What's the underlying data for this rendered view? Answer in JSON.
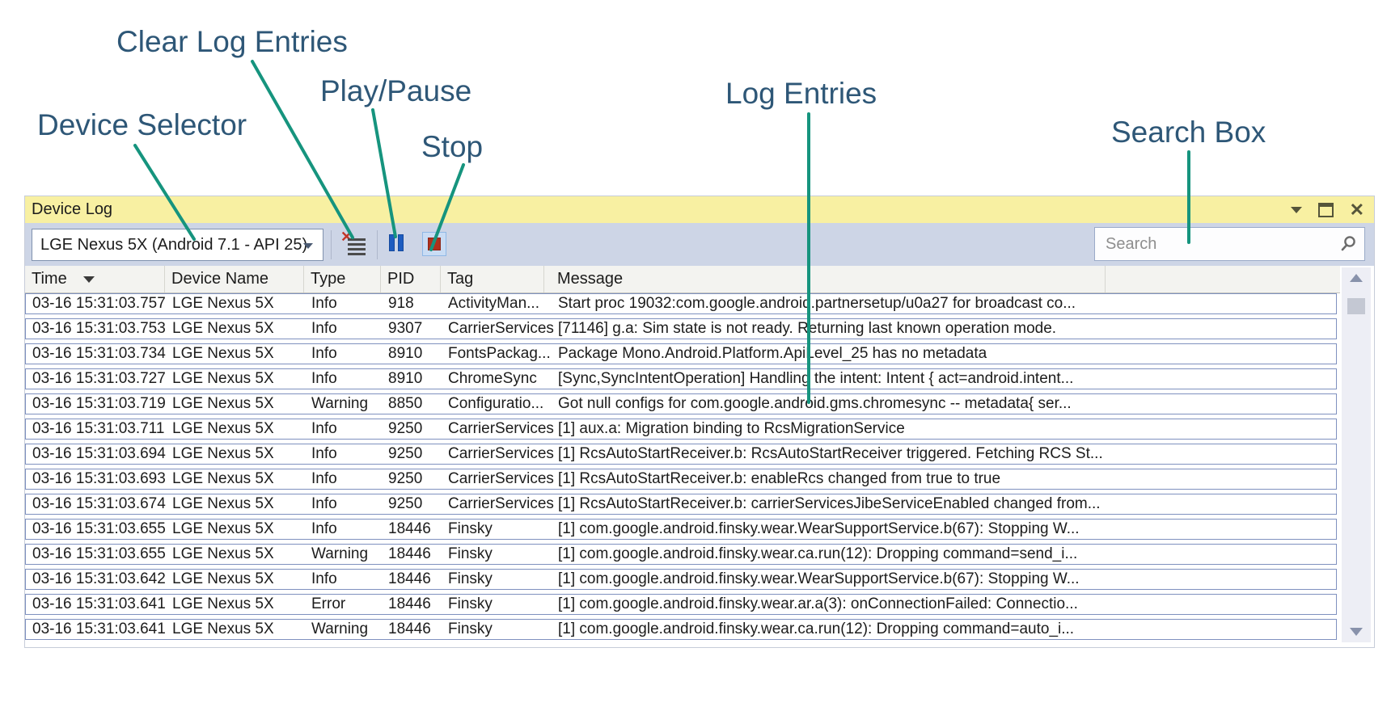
{
  "annotations": {
    "labels": [
      {
        "id": "clear_log",
        "text": "Clear Log Entries"
      },
      {
        "id": "play_pause",
        "text": "Play/Pause"
      },
      {
        "id": "device_selector",
        "text": "Device Selector"
      },
      {
        "id": "stop",
        "text": "Stop"
      },
      {
        "id": "log_entries",
        "text": "Log Entries"
      },
      {
        "id": "search_box",
        "text": "Search Box"
      }
    ]
  },
  "colors": {
    "annotation_text": "#2e5777",
    "annotation_line": "#16947e",
    "titlebar_bg": "#f8f0a2",
    "toolbar_bg": "#cdd5e6",
    "row_border": "#7f91bf",
    "pause_blue": "#1d5cc0",
    "stop_red": "#b0301c"
  },
  "window": {
    "title": "Device Log",
    "titlebar_icons": [
      "window-position-caret",
      "maximize-icon",
      "close-icon"
    ],
    "toolbar": {
      "device_selector_value": "LGE Nexus 5X (Android 7.1 - API 25)",
      "icons": [
        "clear-log-entries-icon",
        "pause-icon",
        "stop-icon",
        "search-icon"
      ],
      "search_placeholder": "Search"
    },
    "table": {
      "columns": [
        "Time",
        "Device Name",
        "Type",
        "PID",
        "Tag",
        "Message"
      ],
      "sort": {
        "column": "Time",
        "direction": "desc"
      },
      "rows": [
        {
          "time": "03-16 15:31:03.757",
          "device": "LGE Nexus 5X",
          "type": "Info",
          "pid": "918",
          "tag": "ActivityMan...",
          "message": "Start proc 19032:com.google.android.partnersetup/u0a27 for broadcast co..."
        },
        {
          "time": "03-16 15:31:03.753",
          "device": "LGE Nexus 5X",
          "type": "Info",
          "pid": "9307",
          "tag": "CarrierServices",
          "message": "[71146] g.a: Sim state is not ready. Returning last known operation mode."
        },
        {
          "time": "03-16 15:31:03.734",
          "device": "LGE Nexus 5X",
          "type": "Info",
          "pid": "8910",
          "tag": "FontsPackag...",
          "message": "Package Mono.Android.Platform.ApiLevel_25 has no metadata"
        },
        {
          "time": "03-16 15:31:03.727",
          "device": "LGE Nexus 5X",
          "type": "Info",
          "pid": "8910",
          "tag": "ChromeSync",
          "message": "[Sync,SyncIntentOperation] Handling the intent: Intent { act=android.intent..."
        },
        {
          "time": "03-16 15:31:03.719",
          "device": "LGE Nexus 5X",
          "type": "Warning",
          "pid": "8850",
          "tag": "Configuratio...",
          "message": "Got null configs for com.google.android.gms.chromesync -- metadata{ ser..."
        },
        {
          "time": "03-16 15:31:03.711",
          "device": "LGE Nexus 5X",
          "type": "Info",
          "pid": "9250",
          "tag": "CarrierServices",
          "message": "[1] aux.a: Migration binding to RcsMigrationService"
        },
        {
          "time": "03-16 15:31:03.694",
          "device": "LGE Nexus 5X",
          "type": "Info",
          "pid": "9250",
          "tag": "CarrierServices",
          "message": "[1] RcsAutoStartReceiver.b: RcsAutoStartReceiver triggered. Fetching RCS St..."
        },
        {
          "time": "03-16 15:31:03.693",
          "device": "LGE Nexus 5X",
          "type": "Info",
          "pid": "9250",
          "tag": "CarrierServices",
          "message": "[1] RcsAutoStartReceiver.b: enableRcs changed from true to true"
        },
        {
          "time": "03-16 15:31:03.674",
          "device": "LGE Nexus 5X",
          "type": "Info",
          "pid": "9250",
          "tag": "CarrierServices",
          "message": "[1] RcsAutoStartReceiver.b: carrierServicesJibeServiceEnabled changed from..."
        },
        {
          "time": "03-16 15:31:03.655",
          "device": "LGE Nexus 5X",
          "type": "Info",
          "pid": "18446",
          "tag": "Finsky",
          "message": "[1] com.google.android.finsky.wear.WearSupportService.b(67): Stopping W..."
        },
        {
          "time": "03-16 15:31:03.655",
          "device": "LGE Nexus 5X",
          "type": "Warning",
          "pid": "18446",
          "tag": "Finsky",
          "message": "[1] com.google.android.finsky.wear.ca.run(12): Dropping command=send_i..."
        },
        {
          "time": "03-16 15:31:03.642",
          "device": "LGE Nexus 5X",
          "type": "Info",
          "pid": "18446",
          "tag": "Finsky",
          "message": "[1] com.google.android.finsky.wear.WearSupportService.b(67): Stopping W..."
        },
        {
          "time": "03-16 15:31:03.641",
          "device": "LGE Nexus 5X",
          "type": "Error",
          "pid": "18446",
          "tag": "Finsky",
          "message": "[1] com.google.android.finsky.wear.ar.a(3): onConnectionFailed: Connectio..."
        },
        {
          "time": "03-16 15:31:03.641",
          "device": "LGE Nexus 5X",
          "type": "Warning",
          "pid": "18446",
          "tag": "Finsky",
          "message": "[1] com.google.android.finsky.wear.ca.run(12): Dropping command=auto_i..."
        }
      ]
    },
    "scrollbar": {
      "parts": [
        "scroll-up-arrow",
        "scroll-thumb",
        "scroll-down-arrow"
      ]
    }
  }
}
